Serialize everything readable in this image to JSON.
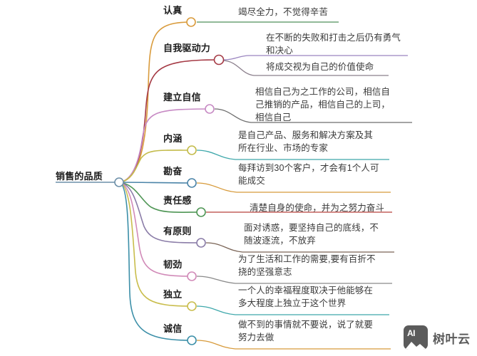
{
  "diagram": {
    "type": "mind-map",
    "root": {
      "label": "销售的品质",
      "node_color": "#6c8fa8",
      "stem_color": "#6c8fa8"
    },
    "branches": [
      {
        "label": "认真",
        "branch_color": "#d99b3c",
        "node_color": "#d99b3c",
        "children": [
          {
            "text": "竭尽全力，不觉得辛苦",
            "line_color": "#4f8f5a"
          }
        ]
      },
      {
        "label": "自我驱动力",
        "branch_color": "#a53a45",
        "node_color": "#a53a45",
        "children": [
          {
            "text": "在不断的失败和打击之后仍有勇气\n和决心",
            "line_color": "#9b85c0"
          },
          {
            "text": "将成交视为自己的价值使命",
            "line_color": "#8b7f8c"
          }
        ]
      },
      {
        "label": "建立自信",
        "branch_color": "#c78ac4",
        "node_color": "#c78ac4",
        "children": [
          {
            "text": "相信自己为之工作的公司，相信自\n己推销的产品，相信自己的上司，\n相信自己",
            "line_color": "#6d6d6d"
          }
        ]
      },
      {
        "label": "内涵",
        "branch_color": "#c3bb4a",
        "node_color": "#c3bb4a",
        "children": [
          {
            "text": "是自己产品、服务和解决方案及其\n所在行业、市场的专家",
            "line_color": "#3fa8ab"
          }
        ]
      },
      {
        "label": "勘奋",
        "branch_color": "#4b84a8",
        "node_color": "#4b84a8",
        "children": [
          {
            "text": "每拜访到30个客户，才会有1个人可\n能成交",
            "line_color": "#d79a3a"
          }
        ]
      },
      {
        "label": "责任感",
        "branch_color": "#4f9655",
        "node_color": "#4f9655",
        "children": [
          {
            "text": "清楚自身的使命，并为之努力奋斗",
            "line_color": "#b8413c"
          }
        ]
      },
      {
        "label": "有原则",
        "branch_color": "#8b7da8",
        "node_color": "#8b7da8",
        "children": [
          {
            "text": "面对诱惑，要坚持自己的底线，不\n随波逐流，不放弃",
            "line_color": "#7a6456"
          }
        ]
      },
      {
        "label": "韧劲",
        "branch_color": "#d18ab8",
        "node_color": "#d18ab8",
        "children": [
          {
            "text": "为了生活和工作的需要,要有百折不\n挠的坚强意志",
            "line_color": "#8a8a8a"
          }
        ]
      },
      {
        "label": "独立",
        "branch_color": "#c9bd4c",
        "node_color": "#c9bd4c",
        "children": [
          {
            "text": "一个人的幸福程度取决于他能够在\n多大程度上独立于这个世界",
            "line_color": "#3fa8ab"
          }
        ]
      },
      {
        "label": "诚信",
        "branch_color": "#3c8fa8",
        "node_color": "#3c8fa8",
        "children": [
          {
            "text": "做不到的事情就不要说，说了就要\n努力去做",
            "line_color": "#d79a3a"
          }
        ]
      }
    ]
  },
  "watermark": {
    "badge_text": "AI",
    "brand": "树叶云",
    "color": "#5b5b5b"
  }
}
